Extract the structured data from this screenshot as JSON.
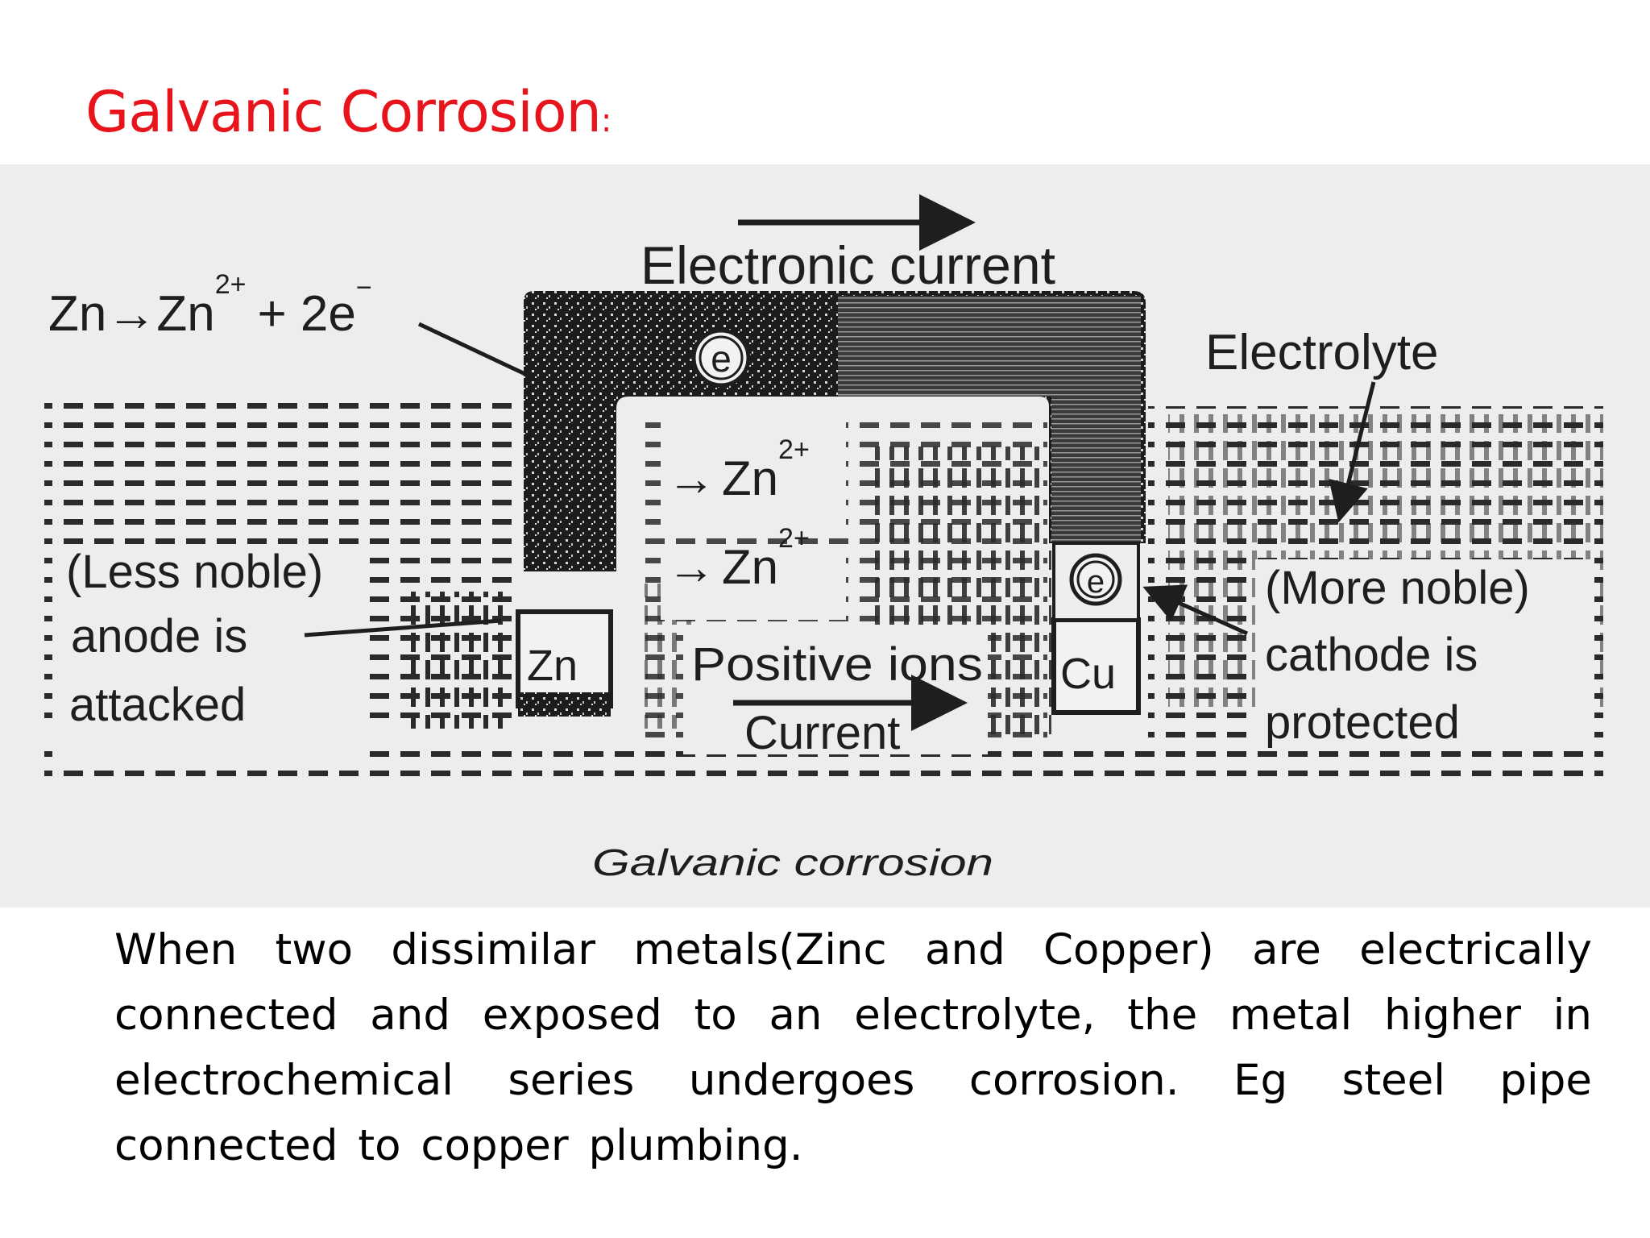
{
  "slide": {
    "title": "Galvanic Corrosion",
    "title_suffix": ":",
    "title_color": "#e8141c",
    "body": "When two dissimilar metals(Zinc and Copper) are electrically connected and exposed to an electrolyte, the metal higher in electrochemical series undergoes corrosion. Eg steel pipe connected to copper plumbing."
  },
  "diagram": {
    "anode_reaction": {
      "base": "Zn",
      "arrow": "→",
      "product": "Zn",
      "product_charge": "2+",
      "plus": "+ 2e",
      "electron_charge": "−"
    },
    "electronic_current": "Electronic current",
    "electrolyte": "Electrolyte",
    "electron_symbol": "e",
    "anode_label": [
      "(Less noble)",
      "anode is",
      "attacked"
    ],
    "cathode_label": [
      "(More  noble)",
      "cathode is",
      "protected"
    ],
    "zn_electrode": "Zn",
    "cu_electrode": "Cu",
    "ion_arrow": "→",
    "ion_1": "Zn",
    "ion_1_charge": "2+",
    "ion_2": "Zn",
    "ion_2_charge": "2+",
    "positive_ions": "Positive ions",
    "current": "Current",
    "caption": "Galvanic corrosion"
  }
}
